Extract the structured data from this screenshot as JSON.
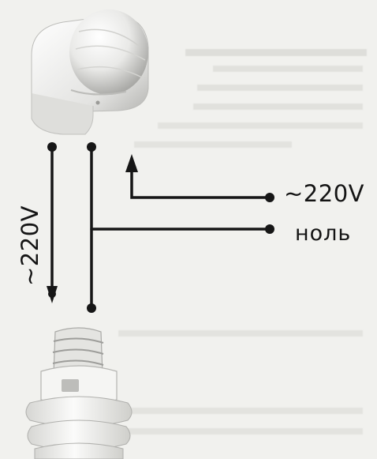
{
  "labels": {
    "phase_right": "~220V",
    "neutral_right": "ноль",
    "supply_left": "~220V"
  },
  "components": {
    "sensor": "motion-sensor",
    "lamp": "light-bulb"
  },
  "colors": {
    "background": "#f1f1ee",
    "wire": "#161616",
    "sensor_body": "#ffffff",
    "sensor_shade": "#c7c7c7",
    "bulb_glass": "#ececec",
    "ghost_text": "#b9b9b4"
  }
}
